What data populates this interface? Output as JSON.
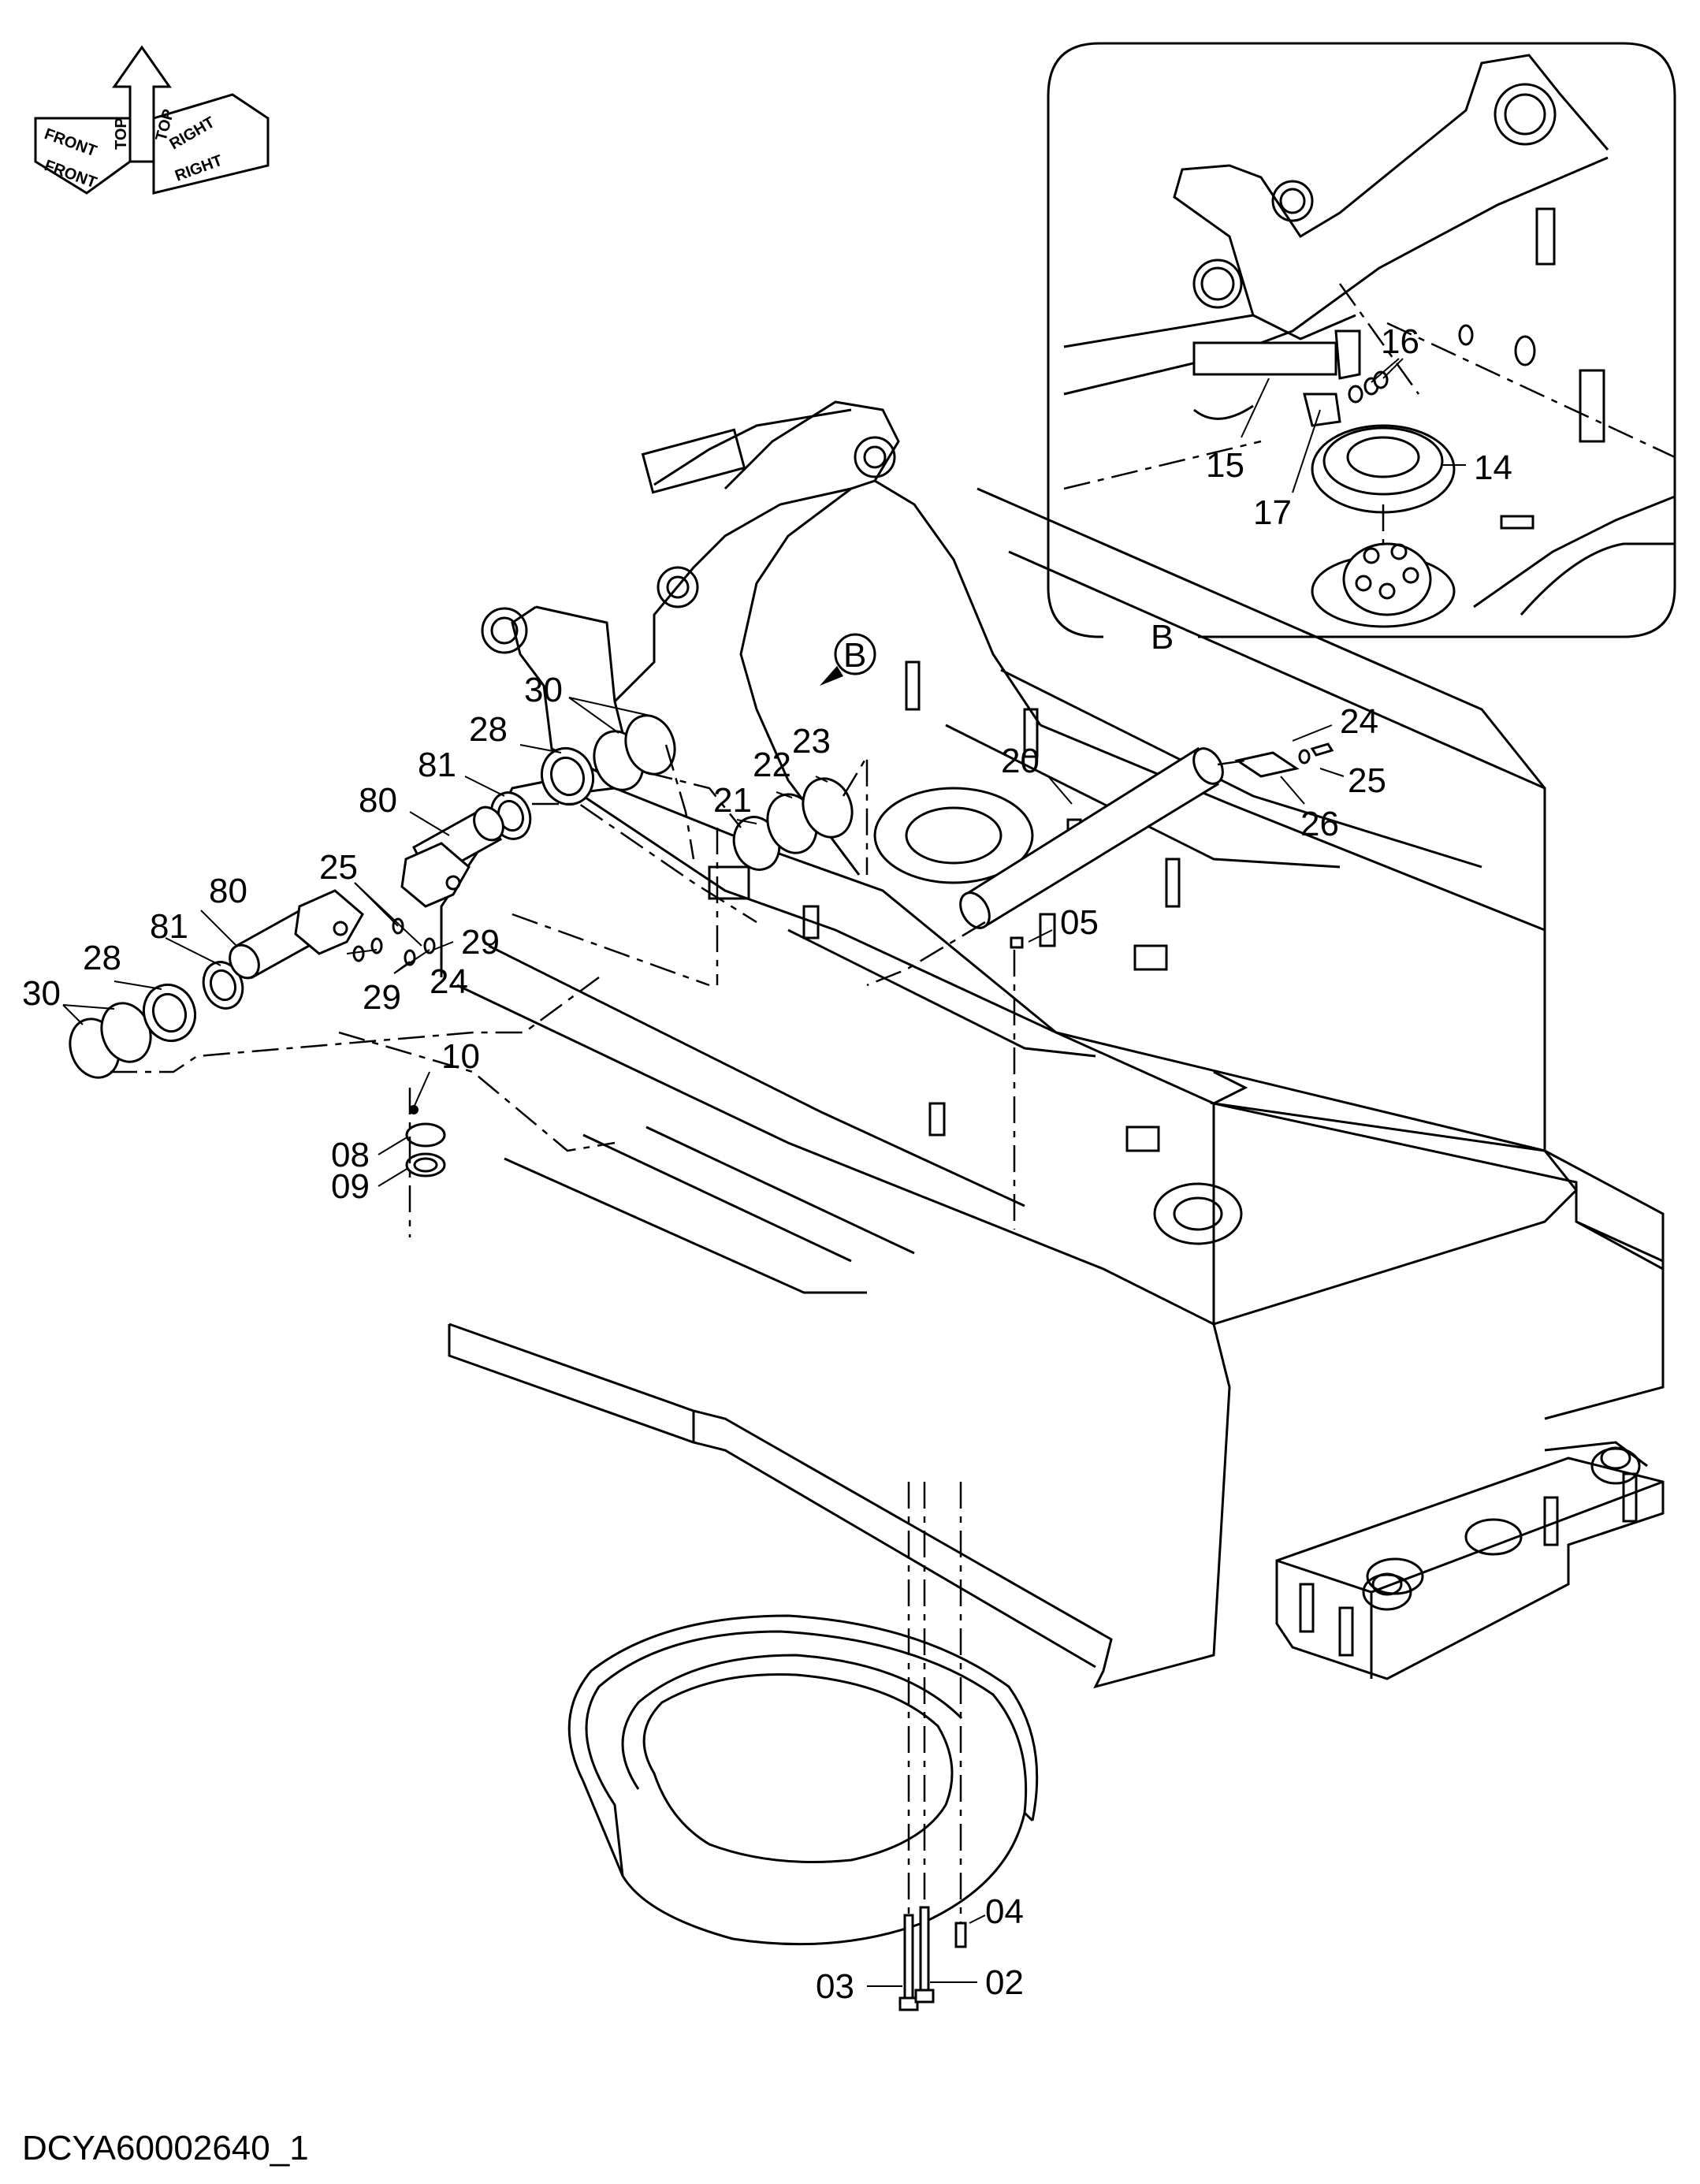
{
  "figure_code": "DCYA60002640_1",
  "orientation": {
    "top": "TOP",
    "front": "FRONT",
    "right": "RIGHT",
    "front_mirror": "FRONT",
    "top_mirror": "TOP",
    "right_mirror": "RIGHT"
  },
  "detail": {
    "label": "B",
    "callout_label": "B"
  },
  "parts": {
    "p02": "02",
    "p03": "03",
    "p04": "04",
    "p05": "05",
    "p08": "08",
    "p09": "09",
    "p10": "10",
    "p14": "14",
    "p15": "15",
    "p16": "16",
    "p17": "17",
    "p20": "20",
    "p21": "21",
    "p22": "22",
    "p23": "23",
    "p24a": "24",
    "p24b": "24",
    "p25a": "25",
    "p25b": "25",
    "p26": "26",
    "p28a": "28",
    "p28b": "28",
    "p29a": "29",
    "p29b": "29",
    "p30a": "30",
    "p30b": "30",
    "p80a": "80",
    "p80b": "80",
    "p81a": "81",
    "p81b": "81"
  }
}
